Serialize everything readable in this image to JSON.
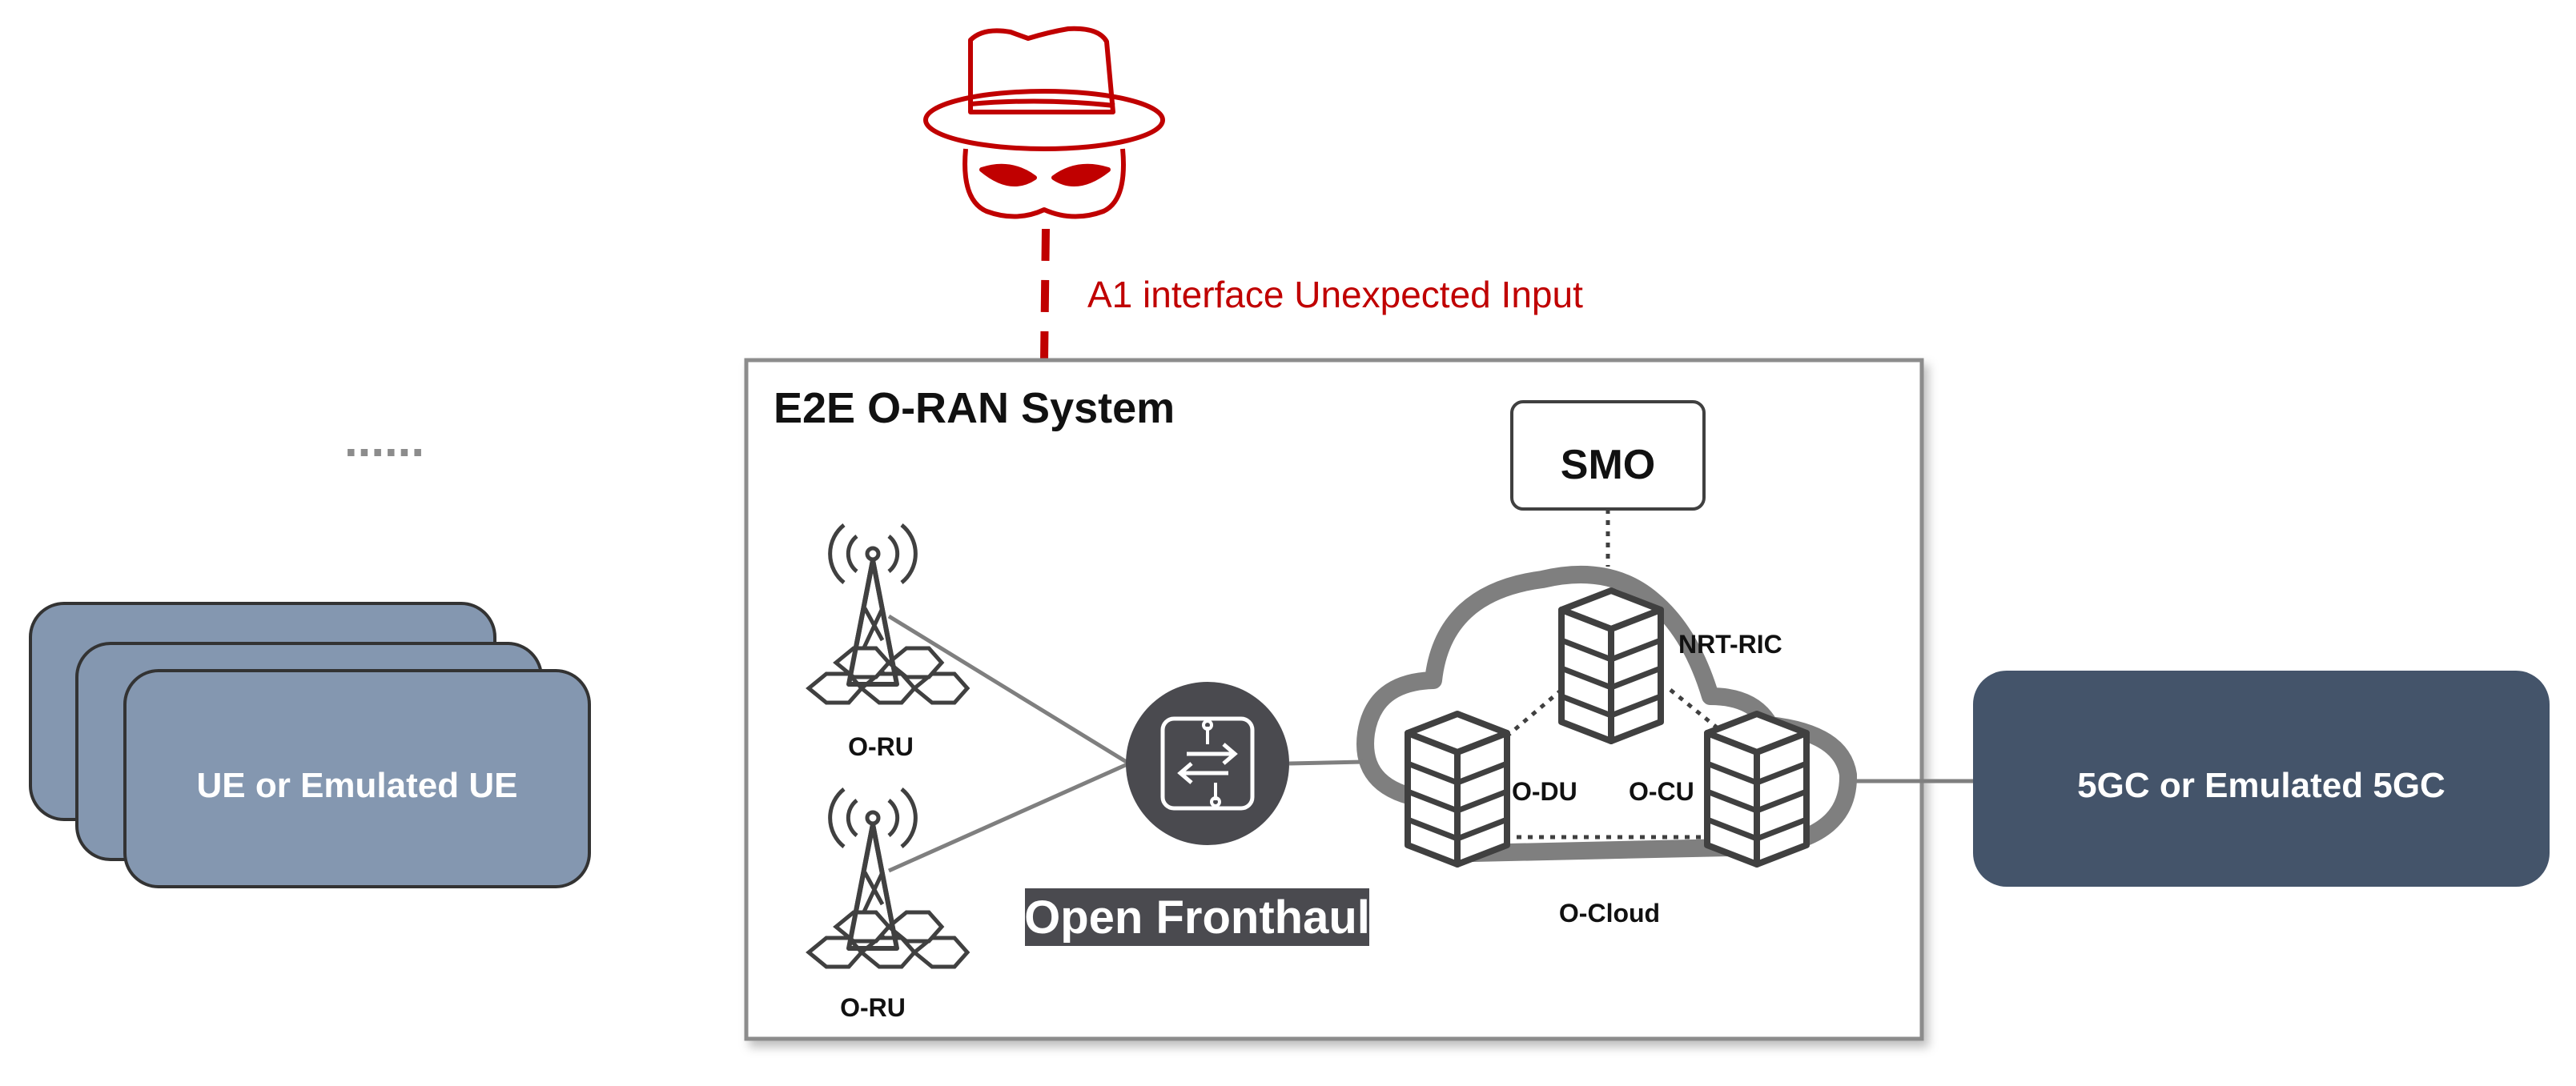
{
  "attacker": {
    "icon": "hacker-icon",
    "attack_label": "A1 interface Unexpected Input",
    "attack_color": "#c00000"
  },
  "ellipsis": "......",
  "ue": {
    "label": "UE or Emulated UE",
    "color": "#8497b0"
  },
  "core": {
    "label": "5GC or Emulated 5GC",
    "color": "#44546a"
  },
  "system": {
    "title": "E2E O-RAN System",
    "smo": "SMO",
    "nrt_ric": "NRT-RIC",
    "o_du": "O-DU",
    "o_cu": "O-CU",
    "o_cloud": "O-Cloud",
    "o_ru_top": "O-RU",
    "o_ru_bottom": "O-RU",
    "fronthaul": "Open Fronthaul",
    "fronthaul_icon": "switch-arrows-icon",
    "ru_icon": "radio-tower-icon",
    "server_icon": "server-stack-icon",
    "cloud_icon": "cloud-icon"
  }
}
